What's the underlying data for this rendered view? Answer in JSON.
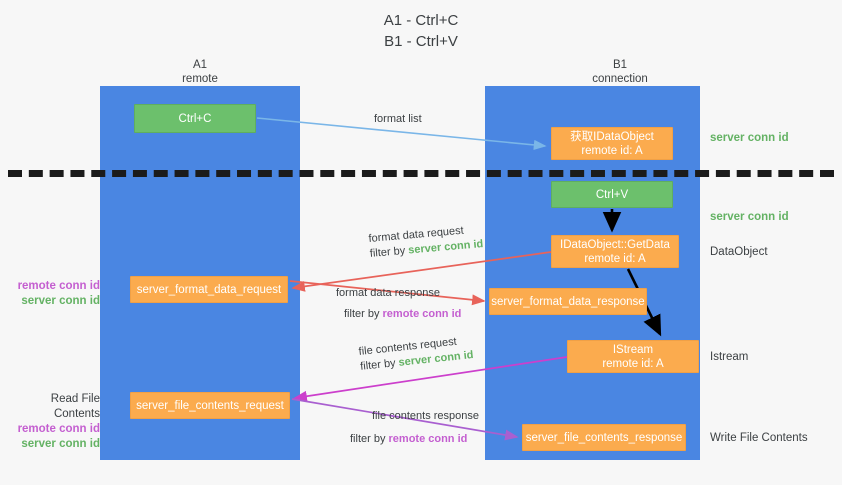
{
  "title": {
    "line1": "A1 - Ctrl+C",
    "line2": "B1 - Ctrl+V"
  },
  "colors": {
    "lane": "#4a86e2",
    "node_orange": "#fbab4e",
    "node_green": "#6cc06c",
    "server_conn_id": "#64b264",
    "remote_conn_id": "#c45fd0",
    "arrow_blue": "#7ab6e8",
    "arrow_red": "#e8635a",
    "arrow_magenta": "#cc3fcc",
    "arrow_purple": "#a95fd0",
    "arrow_black": "#000000",
    "divider": "#1b1b1b"
  },
  "columns": [
    {
      "name": "A1",
      "sub": "remote"
    },
    {
      "name": "B1",
      "sub": "connection"
    }
  ],
  "nodes": {
    "ctrl_c": {
      "line1": "Ctrl+C",
      "line2": ""
    },
    "data_object": {
      "line1": "获取IDataObject",
      "line2": "remote id: A"
    },
    "ctrl_v": {
      "line1": "Ctrl+V",
      "line2": ""
    },
    "get_data": {
      "line1": "IDataObject::GetData",
      "line2": "remote id: A"
    },
    "format_data_request": {
      "line1": "server_format_data_request",
      "line2": ""
    },
    "format_data_response": {
      "line1": "server_format_data_response",
      "line2": ""
    },
    "istream": {
      "line1": "IStream",
      "line2": "remote id: A"
    },
    "file_contents_request": {
      "line1": "server_file_contents_request",
      "line2": ""
    },
    "file_contents_response": {
      "line1": "server_file_contents_response",
      "line2": ""
    }
  },
  "edge_labels": {
    "format_list": "format list",
    "format_data_request": {
      "line1": "format data request",
      "prefix": "filter by ",
      "id": "server conn id"
    },
    "format_data_response": {
      "line1": "format data response",
      "prefix": "filter by ",
      "id": "remote conn id"
    },
    "file_contents_request": {
      "line1": "file contents request",
      "prefix": "filter by ",
      "id": "server conn id"
    },
    "file_contents_response": {
      "line1": "file contents response",
      "prefix": "filter by ",
      "id": "remote conn id"
    }
  },
  "side_labels": {
    "server_conn_id_top": "server conn id",
    "server_conn_id_mid": "server conn id",
    "data_object": "DataObject",
    "istream": "Istream",
    "write_file_contents": "Write File Contents",
    "read_file_contents": "Read File Contents",
    "remote_conn_id": "remote conn id",
    "server_conn_id": "server conn id"
  }
}
